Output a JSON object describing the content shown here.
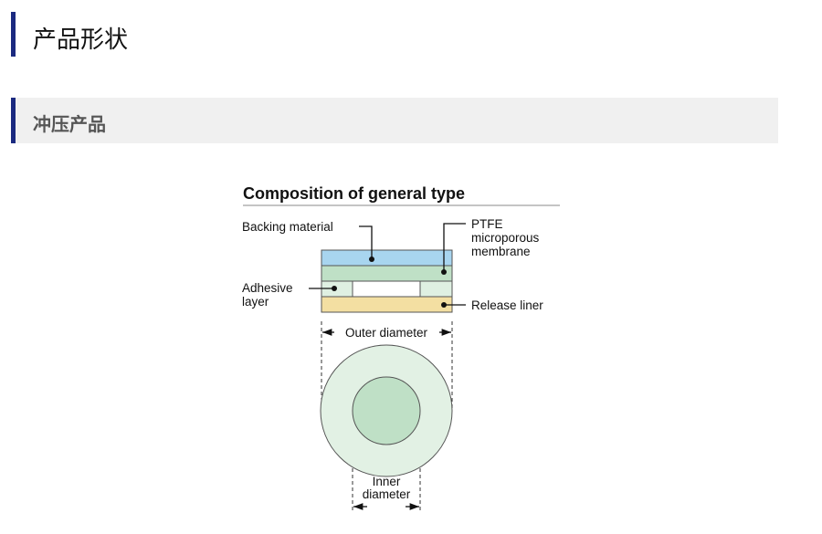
{
  "section_title": "产品形状",
  "subsection_title": "冲压产品",
  "diagram": {
    "title": "Composition of general type",
    "labels": {
      "backing": "Backing material",
      "ptfe_1": "PTFE",
      "ptfe_2": "microporous",
      "ptfe_3": "membrane",
      "adhesive_1": "Adhesive",
      "adhesive_2": "layer",
      "release": "Release liner",
      "outer": "Outer diameter",
      "inner_1": "Inner",
      "inner_2": "diameter"
    },
    "colors": {
      "backing": "#a8d5ef",
      "membrane": "#bfe0c6",
      "adhesive": "#dff0e2",
      "release": "#f3dfa2"
    }
  }
}
